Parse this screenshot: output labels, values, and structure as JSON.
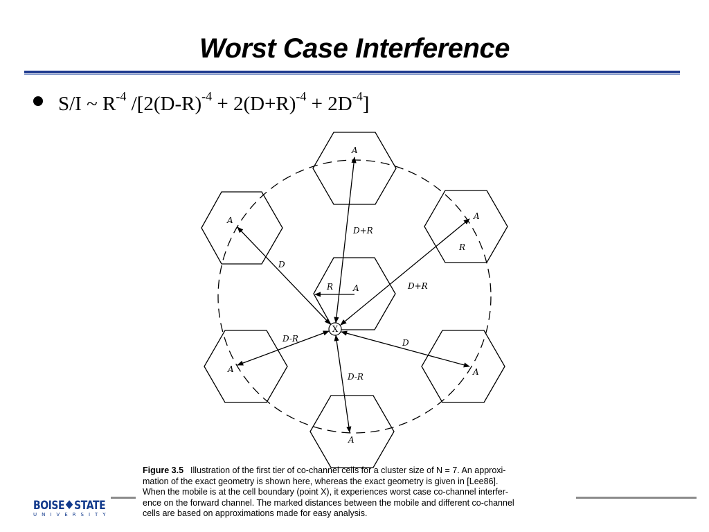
{
  "slide": {
    "title": "Worst Case Interference",
    "bullet": {
      "base": "S/I ~ R",
      "exp1": "-4",
      "part2": " /[2(D-R)",
      "exp2": "-4",
      "part3": " + 2(D+R)",
      "exp3": "-4",
      "part4": " + 2D",
      "exp4": "-4",
      "part5": "]"
    }
  },
  "diagram": {
    "cell_label": "A",
    "mobile_label": "X",
    "distance_labels": {
      "top": "D+R",
      "upper_right_r": "R",
      "right": "D+R",
      "center_r": "R",
      "center_a": "A",
      "upper_left": "D",
      "lower_left": "D-R",
      "lower_right": "D",
      "bottom": "D-R"
    }
  },
  "caption": {
    "label": "Figure 3.5",
    "lines": [
      "Illustration of the first tier of co-channel cells for a cluster size of N = 7. An approxi-",
      "mation of the exact geometry is shown here, whereas the exact geometry is given in [Lee86].",
      "When the mobile is at the cell boundary (point X), it experiences worst case co-channel interfer-",
      "ence on the forward channel. The marked distances between the mobile and different co-channel",
      "cells are based on approximations made for easy analysis."
    ]
  },
  "footer": {
    "logo_main_left": "BOISE",
    "logo_main_right": "STATE",
    "logo_sub": "UNIVERSITY"
  }
}
